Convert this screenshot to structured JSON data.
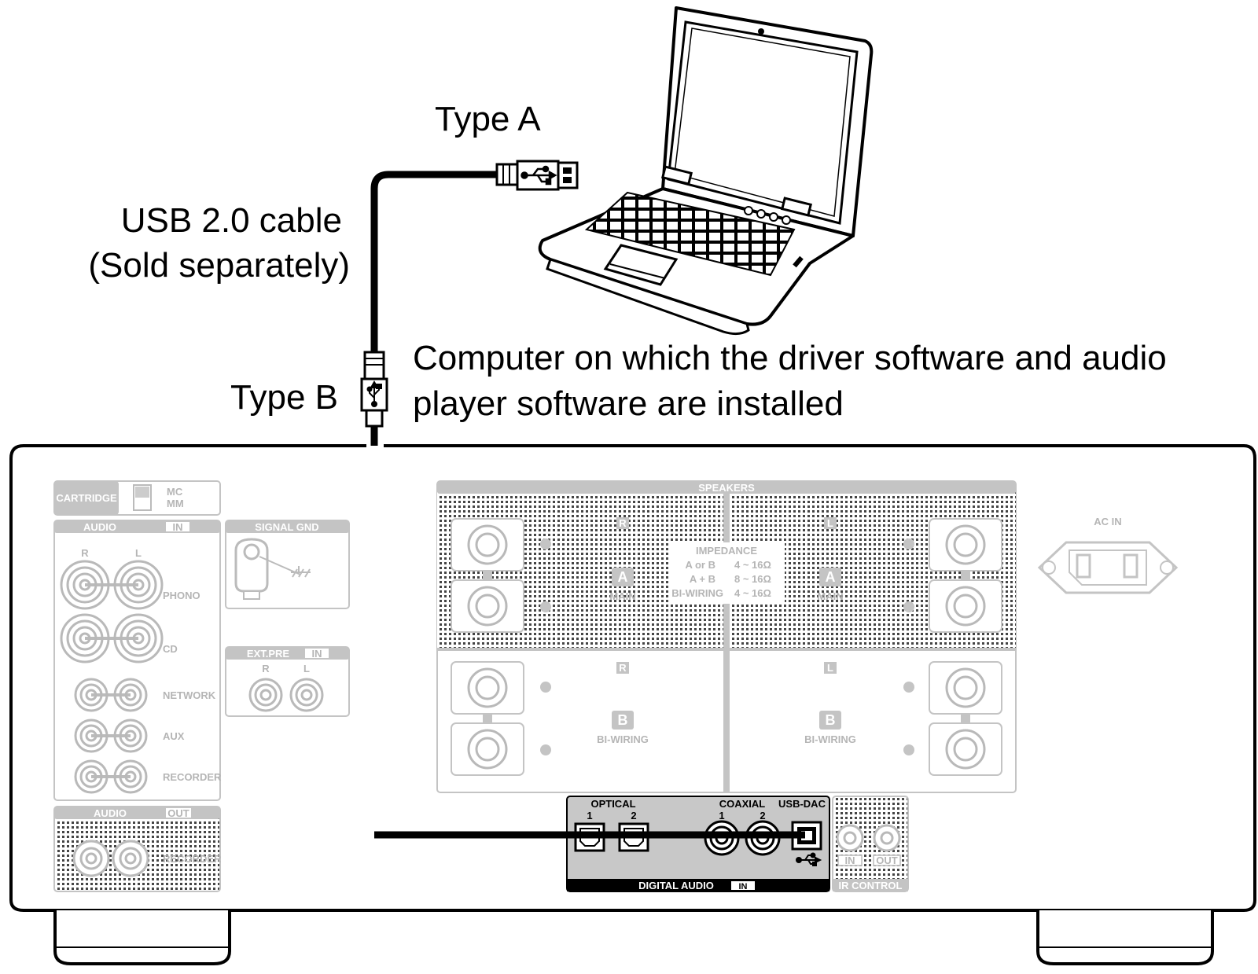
{
  "captions": {
    "type_a": "Type A",
    "type_b": "Type B",
    "cable_line1": "USB 2.0 cable",
    "cable_line2": "(Sold separately)",
    "computer_line1": "Computer on which the driver software and audio",
    "computer_line2": "player software are installed"
  },
  "panel": {
    "cartridge": "CARTRIDGE",
    "mc": "MC",
    "mm": "MM",
    "audio_in": "AUDIO",
    "in": "IN",
    "r": "R",
    "l": "L",
    "phono": "PHONO",
    "cd": "CD",
    "network": "NETWORK",
    "aux": "AUX",
    "recorder": "RECORDER",
    "audio_out": "AUDIO",
    "out": "OUT",
    "signal_gnd": "SIGNAL GND",
    "ext_pre": "EXT.PRE",
    "speakers": "SPEAKERS",
    "impedance": "IMPEDANCE",
    "imp_rows": [
      {
        "name": "A or B",
        "value": "4 ~ 16Ω"
      },
      {
        "name": "A + B",
        "value": "8 ~ 16Ω"
      },
      {
        "name": "BI-WIRING",
        "value": "4 ~ 16Ω"
      }
    ],
    "a": "A",
    "main": "MAIN",
    "b": "B",
    "bi_wiring": "BI-WIRING",
    "ac_in": "AC IN",
    "optical": "OPTICAL",
    "coaxial": "COAXIAL",
    "usb_dac": "USB-DAC",
    "one": "1",
    "two": "2",
    "digital_audio": "DIGITAL AUDIO",
    "ir_control": "IR CONTROL"
  },
  "colors": {
    "line": "#000000",
    "faded": "#c4c4c4",
    "digital_panel": "#c8c8c8"
  }
}
